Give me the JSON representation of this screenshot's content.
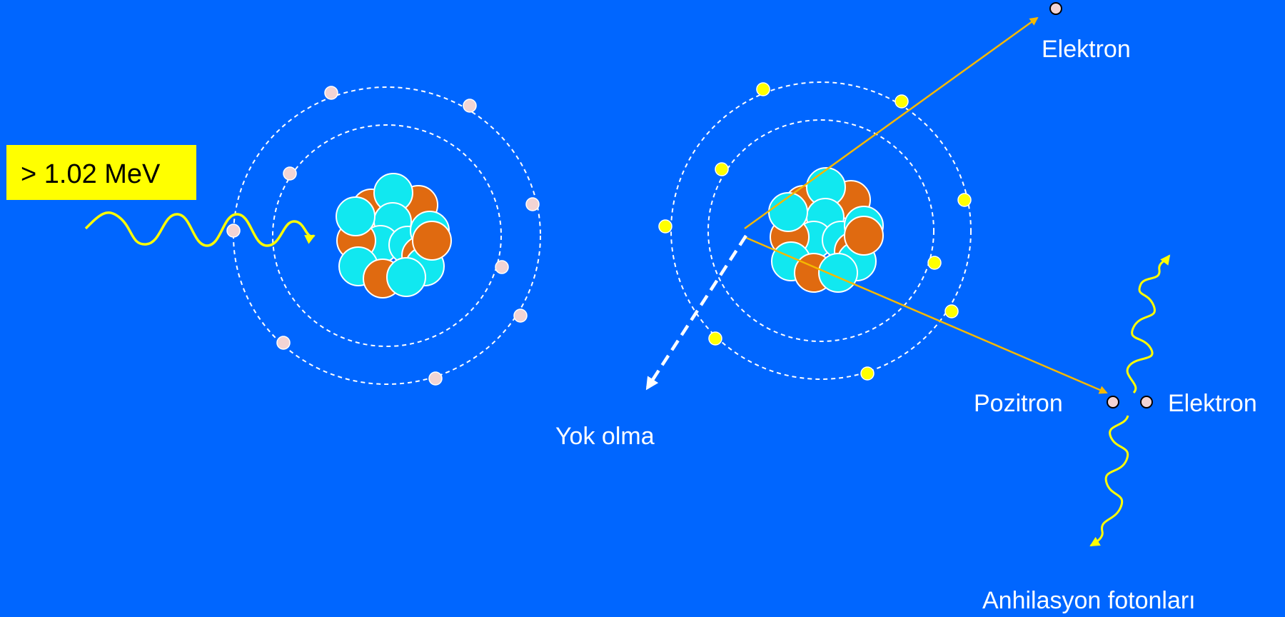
{
  "labels": {
    "energy": "> 1.02 MeV",
    "annihilation": "Yok olma",
    "electron_top": "Elektron",
    "positron": "Pozitron",
    "electron_right": "Elektron",
    "annihilation_photons": "Anhilasyon fotonları"
  },
  "colors": {
    "background": "#0066ff",
    "energy_box": "#ffff00",
    "photon": "#ffff00",
    "trajectory": "#f5b800",
    "proton": "#e06a10",
    "neutron": "#11e8f0",
    "electron_left": "#f2d4d4",
    "electron_right": "#ffff00"
  },
  "atoms": [
    {
      "name": "before",
      "electron_color": "electron_left"
    },
    {
      "name": "after",
      "electron_color": "electron_right"
    }
  ]
}
